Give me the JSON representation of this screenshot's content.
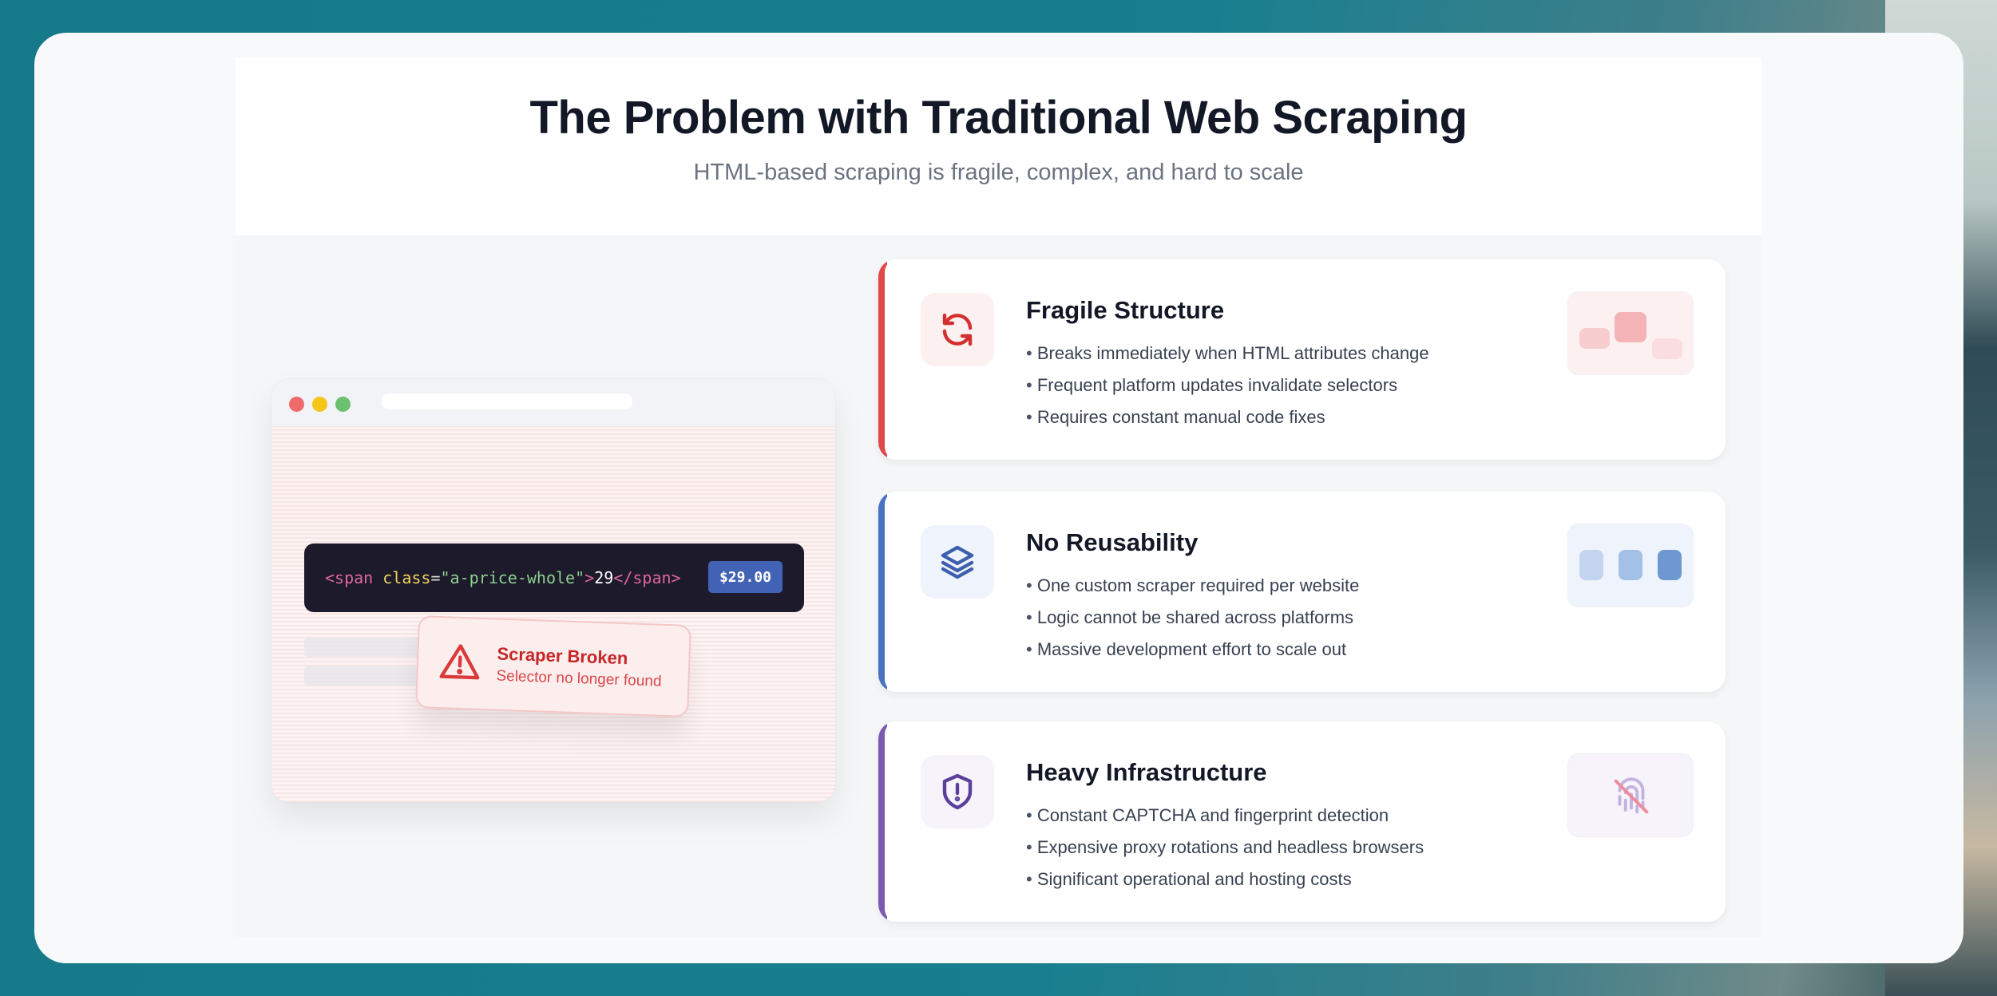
{
  "header": {
    "title": "The Problem with Traditional Web Scraping",
    "subtitle": "HTML-based scraping is fragile, complex, and hard to scale"
  },
  "browser_mockup": {
    "window_controls": [
      "close",
      "minimize",
      "maximize"
    ],
    "code_snippet": {
      "open_tag": "<span",
      "attr_name": " class",
      "equals": "=",
      "attr_value": "\"a-price-whole\"",
      "close_bracket": ">",
      "text": "29",
      "end_tag": "</span>"
    },
    "price_badge": "$29.00",
    "error_toast": {
      "icon": "warning-triangle-icon",
      "title": "Scraper Broken",
      "message": "Selector no longer found"
    }
  },
  "cards": [
    {
      "title": "Fragile Structure",
      "icon": "refresh-icon",
      "accent": "#e04848",
      "tint": "#fdf0f0",
      "items": [
        "Breaks immediately when HTML attributes change",
        "Frequent platform updates invalidate selectors",
        "Requires constant manual code fixes"
      ]
    },
    {
      "title": "No Reusability",
      "icon": "layers-icon",
      "accent": "#4a72c2",
      "tint": "#eff3fb",
      "items": [
        "One custom scraper required per website",
        "Logic cannot be shared across platforms",
        "Massive development effort to scale out"
      ]
    },
    {
      "title": "Heavy Infrastructure",
      "icon": "shield-alert-icon",
      "accent": "#7b5ab0",
      "tint": "#f6f3fb",
      "items": [
        "Constant CAPTCHA and fingerprint detection",
        "Expensive proxy rotations and headless browsers",
        "Significant operational and hosting costs"
      ]
    }
  ]
}
